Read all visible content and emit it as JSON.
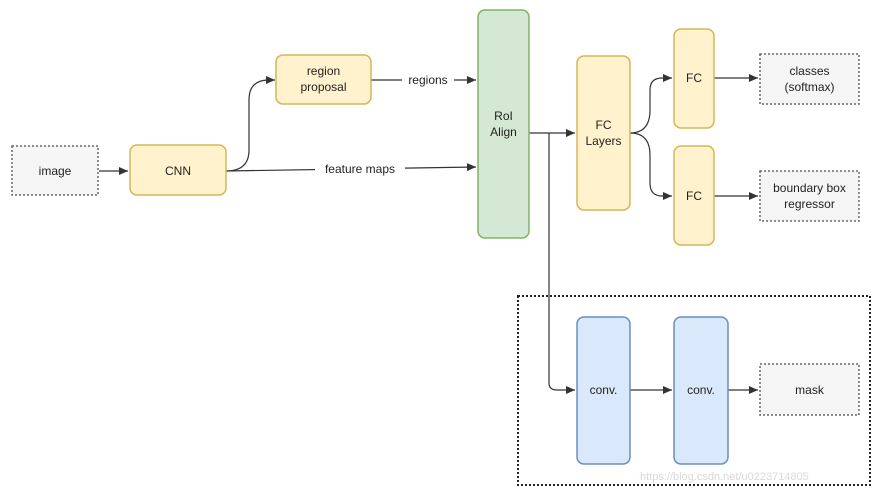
{
  "nodes": {
    "image": "image",
    "cnn": "CNN",
    "region_proposal": [
      "region",
      "proposal"
    ],
    "roi_align": [
      "RoI",
      "Align"
    ],
    "fc_layers": [
      "FC",
      "Layers"
    ],
    "fc_top": "FC",
    "fc_bottom": "FC",
    "classes": [
      "classes",
      "(softmax)"
    ],
    "bbox": [
      "boundary box",
      "regressor"
    ],
    "conv1": "conv.",
    "conv2": "conv.",
    "mask": "mask"
  },
  "edges": {
    "regions": "regions",
    "feature_maps": "feature maps"
  },
  "watermark": "https://blog.csdn.net/u0223714805",
  "colors": {
    "yellow_fill": "#fff2cc",
    "yellow_stroke": "#d6b656",
    "green_fill": "#d5e8d4",
    "green_stroke": "#82b366",
    "blue_fill": "#dae8fc",
    "blue_stroke": "#6c8ebf",
    "grey_fill": "#f5f5f5",
    "grey_stroke": "#666666",
    "line": "#333333"
  }
}
